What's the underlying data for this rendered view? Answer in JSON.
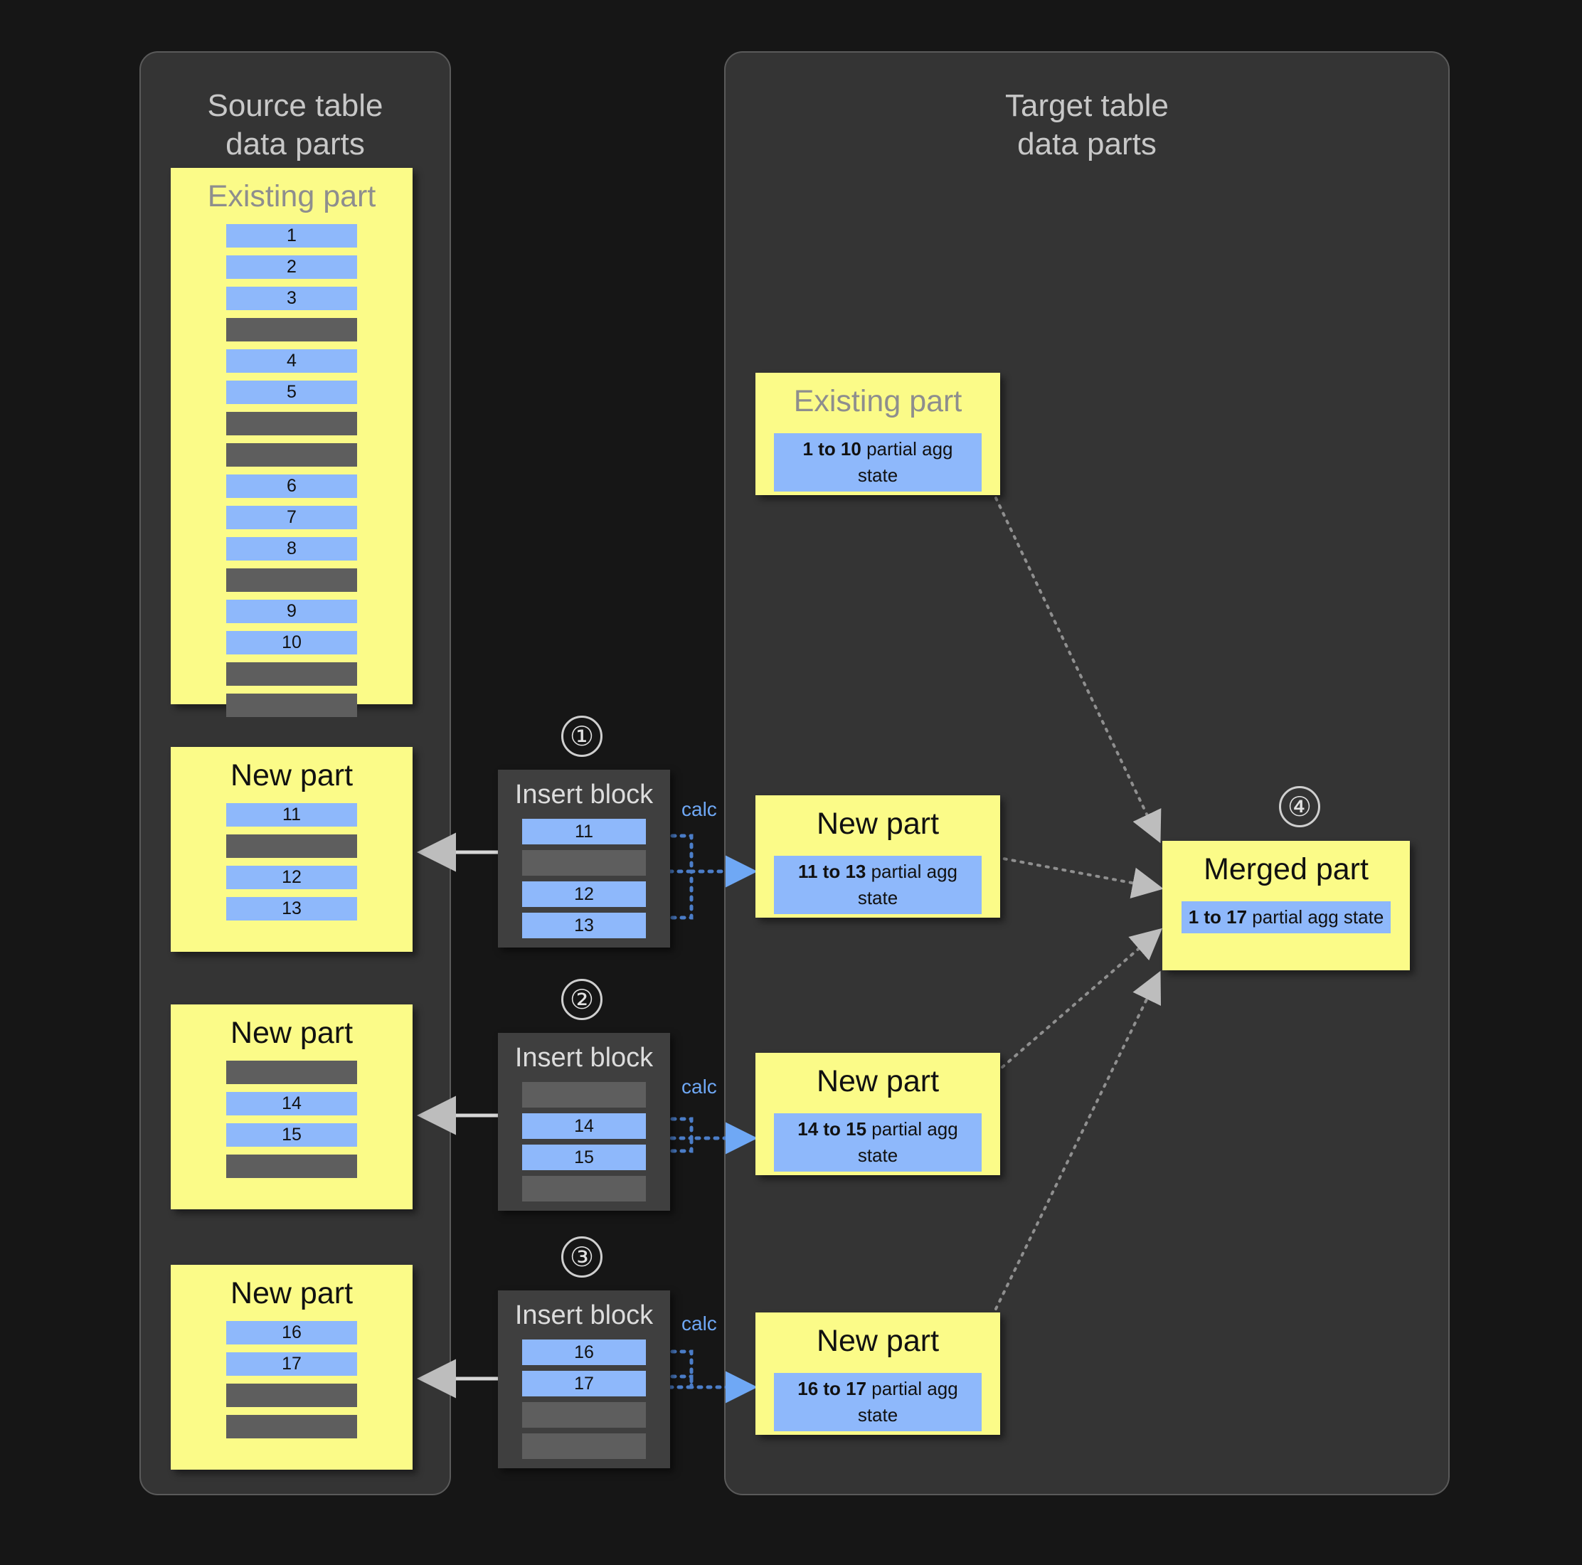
{
  "panels": {
    "source": {
      "title": "Source table\ndata parts"
    },
    "target": {
      "title": "Target table\ndata parts"
    }
  },
  "source_parts": [
    {
      "name": "existing-part",
      "title": "Existing part",
      "muted": true,
      "rows": [
        "1",
        "2",
        "3",
        "",
        "4",
        "5",
        "",
        "",
        "6",
        "7",
        "8",
        "",
        "9",
        "10",
        "",
        ""
      ]
    },
    {
      "name": "new-part-1",
      "title": "New part",
      "muted": false,
      "rows": [
        "11",
        "",
        "12",
        "13"
      ]
    },
    {
      "name": "new-part-2",
      "title": "New part",
      "muted": false,
      "rows": [
        "",
        "14",
        "15",
        ""
      ]
    },
    {
      "name": "new-part-3",
      "title": "New part",
      "muted": false,
      "rows": [
        "16",
        "17",
        "",
        ""
      ]
    }
  ],
  "insert_blocks": [
    {
      "badge": "①",
      "title": "Insert block",
      "calc": "calc",
      "rows": [
        "11",
        "",
        "12",
        "13"
      ]
    },
    {
      "badge": "②",
      "title": "Insert block",
      "calc": "calc",
      "rows": [
        "",
        "14",
        "15",
        ""
      ]
    },
    {
      "badge": "③",
      "title": "Insert block",
      "calc": "calc",
      "rows": [
        "16",
        "17",
        "",
        ""
      ]
    }
  ],
  "target_parts": [
    {
      "name": "target-existing-part",
      "title": "Existing part",
      "muted": true,
      "range": "1 to 10",
      "state": " partial agg state"
    },
    {
      "name": "target-new-part-1",
      "title": "New part",
      "muted": false,
      "range": "11 to 13",
      "state": " partial agg state"
    },
    {
      "name": "target-new-part-2",
      "title": "New part",
      "muted": false,
      "range": "14 to 15",
      "state": " partial agg state"
    },
    {
      "name": "target-new-part-3",
      "title": "New part",
      "muted": false,
      "range": "16 to 17",
      "state": " partial agg state"
    }
  ],
  "merged_part": {
    "badge": "④",
    "title": "Merged part",
    "range": "1 to 17",
    "state": " partial agg state"
  },
  "colors": {
    "background": "#161616",
    "panel": "#343434",
    "part_yellow": "#fbfb88",
    "row_value": "#8eb8fb",
    "row_empty": "#5e5e5e",
    "insert_block": "#3f3f3f",
    "calc_label": "#6fa8f5",
    "arrow": "#bdbdbd"
  }
}
